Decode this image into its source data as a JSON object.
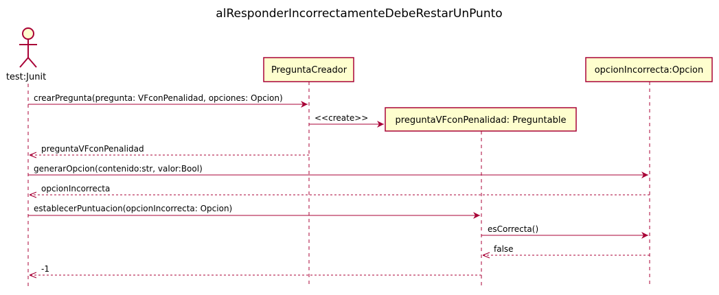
{
  "diagram": {
    "title": "alResponderIncorrectamenteDebeRestarUnPunto",
    "colors": {
      "arrow": "#A80036",
      "box_fill": "#FEFECE",
      "box_stroke": "#A80036",
      "lifeline": "#A80036"
    },
    "actor": {
      "label": "test:Junit",
      "icon": "stick-figure-icon"
    },
    "participants": [
      {
        "id": "creador",
        "label": "PreguntaCreador"
      },
      {
        "id": "pregunta",
        "label": "preguntaVFconPenalidad: Preguntable"
      },
      {
        "id": "opcion",
        "label": "opcionIncorrecta:Opcion"
      }
    ],
    "messages": [
      {
        "label": "crearPregunta(pregunta: VFconPenalidad, opciones: Opcion)"
      },
      {
        "label": "<<create>>"
      },
      {
        "label": "preguntaVFconPenalidad"
      },
      {
        "label": "generarOpcion(contenido:str, valor:Bool)"
      },
      {
        "label": "opcionIncorrecta"
      },
      {
        "label": "establecerPuntuacion(opcionIncorrecta: Opcion)"
      },
      {
        "label": "esCorrecta()"
      },
      {
        "label": "false"
      },
      {
        "label": "-1"
      }
    ]
  }
}
